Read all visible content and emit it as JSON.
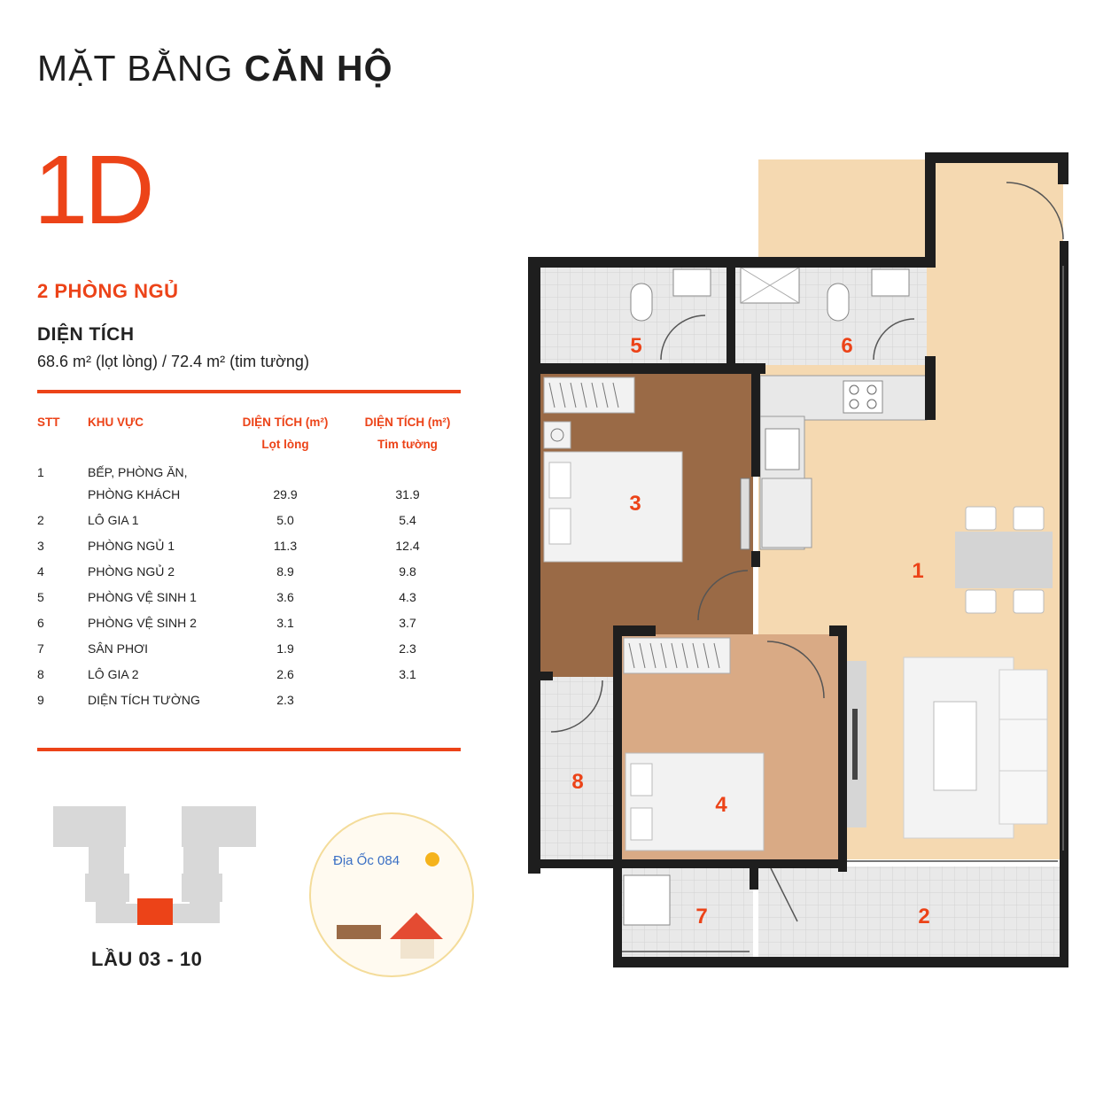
{
  "header": {
    "title_light": "MẶT BẰNG",
    "title_bold": "CĂN HỘ"
  },
  "unit": {
    "code": "1D",
    "bedrooms": "2 PHÒNG NGỦ",
    "area_heading": "DIỆN TÍCH",
    "area_value": "68.6 m² (lọt lòng) / 72.4 m² (tim tường)"
  },
  "table": {
    "headers": {
      "stt": "STT",
      "zone": "KHU VỰC",
      "net_l1": "DIỆN TÍCH (m²)",
      "net_l2": "Lọt lòng",
      "gross_l1": "DIỆN TÍCH (m²)",
      "gross_l2": "Tim tường"
    },
    "rows": [
      {
        "stt": "1",
        "zone_l1": "BẾP, PHÒNG ĂN,",
        "zone_l2": "PHÒNG KHÁCH",
        "net": "29.9",
        "gross": "31.9"
      },
      {
        "stt": "2",
        "zone": "LÔ GIA 1",
        "net": "5.0",
        "gross": "5.4"
      },
      {
        "stt": "3",
        "zone": "PHÒNG NGỦ 1",
        "net": "11.3",
        "gross": "12.4"
      },
      {
        "stt": "4",
        "zone": "PHÒNG NGỦ 2",
        "net": "8.9",
        "gross": "9.8"
      },
      {
        "stt": "5",
        "zone": "PHÒNG VỆ SINH 1",
        "net": "3.6",
        "gross": "4.3"
      },
      {
        "stt": "6",
        "zone": "PHÒNG VỆ SINH 2",
        "net": "3.1",
        "gross": "3.7"
      },
      {
        "stt": "7",
        "zone": "SÂN PHƠI",
        "net": "1.9",
        "gross": "2.3"
      },
      {
        "stt": "8",
        "zone": "LÔ GIA 2",
        "net": "2.6",
        "gross": "3.1"
      },
      {
        "stt": "9",
        "zone": "DIỆN TÍCH TƯỜNG",
        "net": "2.3",
        "gross": ""
      }
    ]
  },
  "floor_label": "LẦU 03 - 10",
  "watermark": "Địa Ốc 084",
  "plan_labels": [
    "1",
    "2",
    "3",
    "4",
    "5",
    "6",
    "7",
    "8"
  ],
  "colors": {
    "accent": "#ec4318",
    "living": "#f5d9b1",
    "bedroom1": "#9a6a46",
    "bedroom2": "#d9aa85",
    "wet": "#e6e6e6",
    "wall": "#1e1e1e"
  }
}
